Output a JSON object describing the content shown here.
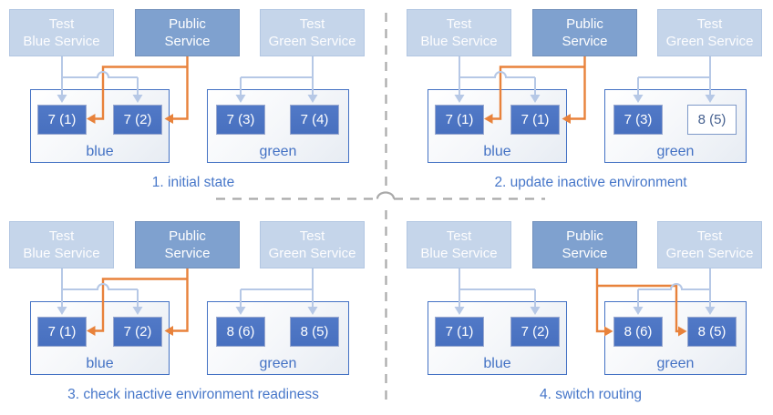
{
  "colors": {
    "accent_blue": "#4472c4",
    "pod_fill": "#4a73c2",
    "public_service_fill": "#7fa1cf",
    "test_service_fill": "#c5d5ea",
    "public_route_orange": "#e8823b",
    "test_route_light_blue": "#b6c8e6",
    "outlined_pod_text": "#45608f",
    "separator_gray": "#a9a9a9"
  },
  "panels": [
    {
      "caption": "1. initial state",
      "services": [
        {
          "line1": "Test",
          "line2": "Blue Service"
        },
        {
          "line1": "Public",
          "line2": "Service"
        },
        {
          "line1": "Test",
          "line2": "Green Service"
        }
      ],
      "environments": [
        {
          "name": "blue",
          "pods": [
            {
              "label": "7 (1)",
              "state": "filled"
            },
            {
              "label": "7 (2)",
              "state": "filled"
            }
          ]
        },
        {
          "name": "green",
          "pods": [
            {
              "label": "7 (3)",
              "state": "filled"
            },
            {
              "label": "7 (4)",
              "state": "filled"
            }
          ]
        }
      ],
      "public_routes_to": "blue"
    },
    {
      "caption": "2. update inactive environment",
      "services": [
        {
          "line1": "Test",
          "line2": "Blue Service"
        },
        {
          "line1": "Public",
          "line2": "Service"
        },
        {
          "line1": "Test",
          "line2": "Green Service"
        }
      ],
      "environments": [
        {
          "name": "blue",
          "pods": [
            {
              "label": "7 (1)",
              "state": "filled"
            },
            {
              "label": "7 (1)",
              "state": "filled"
            }
          ]
        },
        {
          "name": "green",
          "pods": [
            {
              "label": "7 (3)",
              "state": "filled"
            },
            {
              "label": "8 (5)",
              "state": "outlined"
            }
          ]
        }
      ],
      "public_routes_to": "blue"
    },
    {
      "caption": "3. check inactive environment readiness",
      "services": [
        {
          "line1": "Test",
          "line2": "Blue Service"
        },
        {
          "line1": "Public",
          "line2": "Service"
        },
        {
          "line1": "Test",
          "line2": "Green Service"
        }
      ],
      "environments": [
        {
          "name": "blue",
          "pods": [
            {
              "label": "7 (1)",
              "state": "filled"
            },
            {
              "label": "7 (2)",
              "state": "filled"
            }
          ]
        },
        {
          "name": "green",
          "pods": [
            {
              "label": "8 (6)",
              "state": "filled"
            },
            {
              "label": "8 (5)",
              "state": "filled"
            }
          ]
        }
      ],
      "public_routes_to": "blue"
    },
    {
      "caption": "4. switch routing",
      "services": [
        {
          "line1": "Test",
          "line2": "Blue Service"
        },
        {
          "line1": "Public",
          "line2": "Service"
        },
        {
          "line1": "Test",
          "line2": "Green Service"
        }
      ],
      "environments": [
        {
          "name": "blue",
          "pods": [
            {
              "label": "7 (1)",
              "state": "filled"
            },
            {
              "label": "7 (2)",
              "state": "filled"
            }
          ]
        },
        {
          "name": "green",
          "pods": [
            {
              "label": "8 (6)",
              "state": "filled"
            },
            {
              "label": "8 (5)",
              "state": "filled"
            }
          ]
        }
      ],
      "public_routes_to": "green"
    }
  ]
}
